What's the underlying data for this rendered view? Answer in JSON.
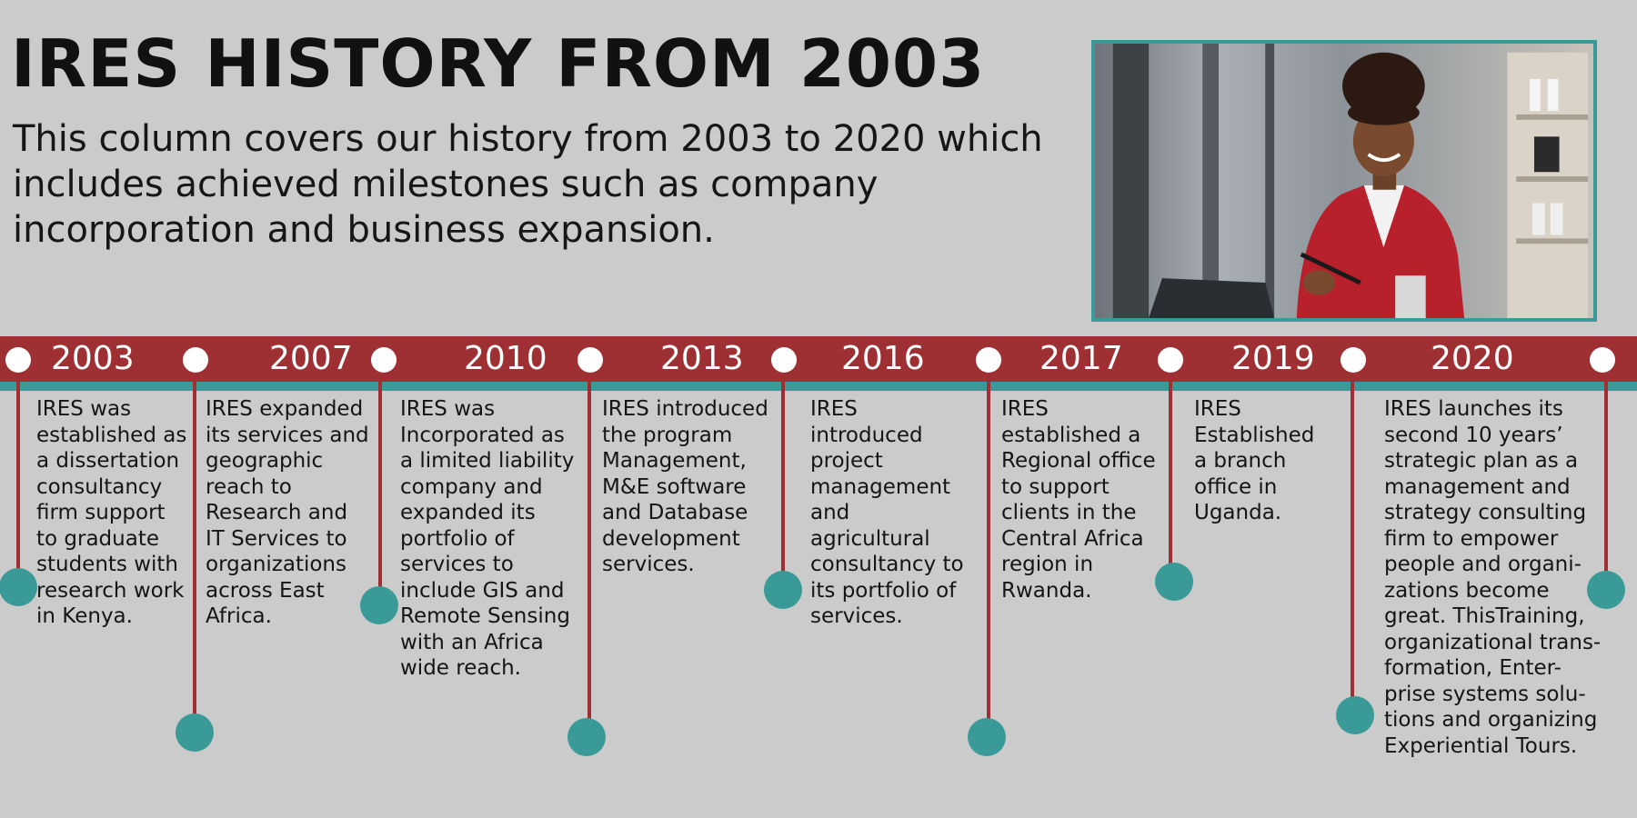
{
  "page": {
    "title": "IRES HISTORY FROM 2003",
    "intro": "This column covers our history from 2003 to 2020 which includes achieved milestones such as company incorporation and business expansion."
  },
  "colors": {
    "background": "#cbcbcb",
    "band": "#9e2f33",
    "accent_teal": "#3a9a98",
    "dot": "#ffffff"
  },
  "photo": {
    "icon": "photo-woman-red-blazer-icon"
  },
  "timeline": [
    {
      "year": "2003",
      "text": "IRES was\nestablished as\n a dissertation\nconsultancy\nfirm support\nto graduate\nstudents with\nresearch work\n in Kenya."
    },
    {
      "year": "2007",
      "text": "IRES expanded\nits services and\ngeographic\nreach to\nResearch and\n IT Services to\norganizations\nacross East\nAfrica."
    },
    {
      "year": "2010",
      "text": "IRES was\nIncorporated as\n a limited liability\ncompany and\nexpanded its\nportfolio of\nservices to\ninclude GIS and\nRemote Sensing\nwith an Africa\nwide reach."
    },
    {
      "year": "2013",
      "text": "IRES introduced\nthe program\nManagement,\nM&E software\nand Database\ndevelopment\nservices."
    },
    {
      "year": "2016",
      "text": "IRES\nintroduced\nproject\nmanagement\nand\nagricultural\nconsultancy to\nits portfolio of\nservices."
    },
    {
      "year": "2017",
      "text": "IRES\nestablished a\nRegional office\nto support\nclients in the\nCentral Africa\nregion in\nRwanda."
    },
    {
      "year": "2019",
      "text": "IRES\nEstablished\n a branch\noffice in\nUganda."
    },
    {
      "year": "2020",
      "text": "IRES launches its\nsecond 10 years’\nstrategic plan as a\nmanagement and\nstrategy consulting\nfirm to empower\npeople and organi-\nzations become\ngreat. ThisTraining,\norganizational trans-\nformation, Enter-\nprise systems solu-\ntions and organizing\nExperiential Tours."
    }
  ]
}
